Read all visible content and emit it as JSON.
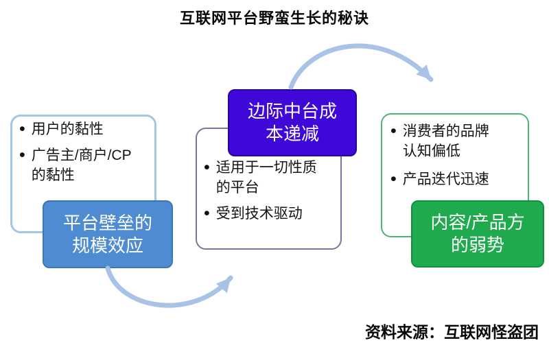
{
  "title": "互联网平台野蛮生长的秘诀",
  "source_label": "资料来源：互联网怪盗团",
  "colors": {
    "blue_label_bg": "#4E8BD0",
    "purple_label_bg": "#3D08D8",
    "green_label_bg": "#1FAA4E",
    "left_bubble_border": "#A3C6E8",
    "middle_bubble_border": "#80719F",
    "right_bubble_border": "#4FB277",
    "arrow": "#A9C3E7",
    "label_text": "#FFFFFF",
    "body_text": "#141414"
  },
  "diagram": {
    "left_group": {
      "bullets": {
        "0": "用户的黏性",
        "1": "广告主/商户/CP\n的黏性"
      },
      "label": "平台壁垒的\n规模效应"
    },
    "middle_group": {
      "label": "边际中台成\n本递减",
      "bullets": {
        "0": "适用于一切性质\n的平台",
        "1": "受到技术驱动"
      }
    },
    "right_group": {
      "bullets": {
        "0": "消费者的品牌\n认知偏低",
        "1": "产品迭代迅速"
      },
      "label": "内容/产品方\n的弱势"
    }
  }
}
